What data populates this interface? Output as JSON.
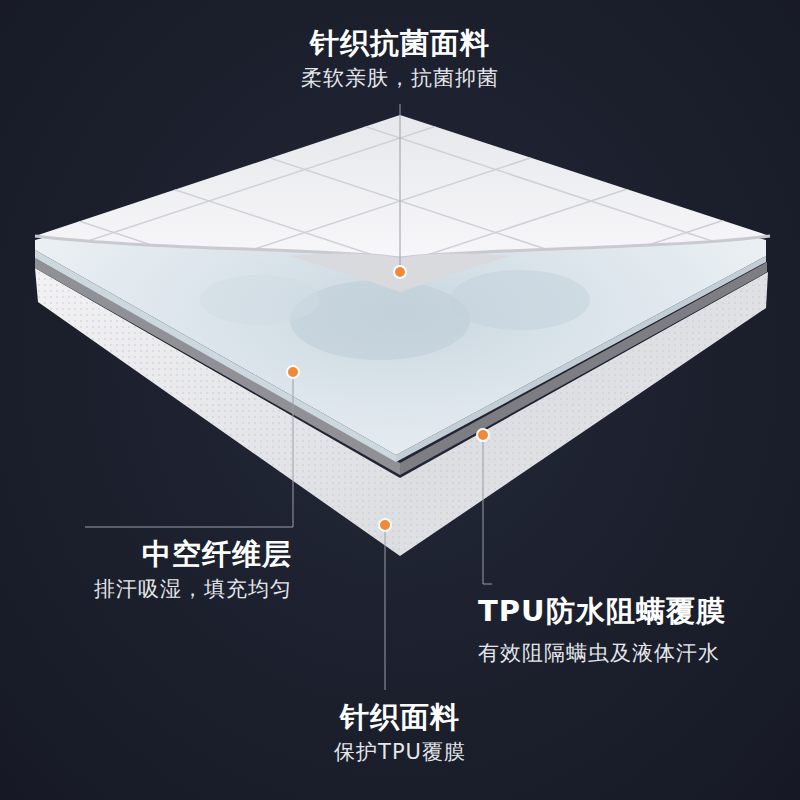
{
  "diagram": {
    "labels": [
      "针织抗菌面料",
      "柔软亲肤，抗菌抑菌",
      "中空纤维层",
      "排汗吸湿，填充均匀",
      "TPU防水阻螨覆膜",
      "有效阻隔螨虫及液体汗水",
      "针织面料",
      "保护TPU覆膜"
    ]
  }
}
